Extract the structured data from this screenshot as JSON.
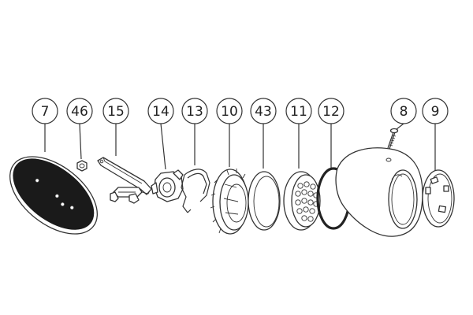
{
  "diagram": {
    "colors": {
      "ink": "#333333",
      "dark_fill": "#1a1a1a",
      "background": "#ffffff"
    },
    "callouts": [
      {
        "id": "7",
        "label": "7",
        "part": "base-plate"
      },
      {
        "id": "46",
        "label": "46",
        "part": "nut"
      },
      {
        "id": "15",
        "label": "15",
        "part": "mounting-bracket"
      },
      {
        "id": "14",
        "label": "14",
        "part": "lamp-socket"
      },
      {
        "id": "13",
        "label": "13",
        "part": "retaining-clip"
      },
      {
        "id": "10",
        "label": "10",
        "part": "reflector"
      },
      {
        "id": "43",
        "label": "43",
        "part": "lens"
      },
      {
        "id": "11",
        "label": "11",
        "part": "led-module"
      },
      {
        "id": "12",
        "label": "12",
        "part": "gasket-ring"
      },
      {
        "id": "8",
        "label": "8",
        "part": "screw"
      },
      {
        "id": "9",
        "label": "9",
        "part": "bezel-ring"
      }
    ]
  }
}
